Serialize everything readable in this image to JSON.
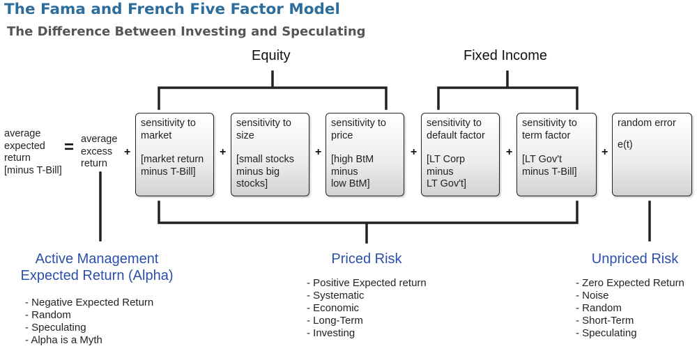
{
  "title": "The Fama and French Five Factor Model",
  "subtitle": "The Difference Between Investing and Speculating",
  "groups": {
    "equity": "Equity",
    "fixed_income": "Fixed Income"
  },
  "equation": {
    "lhs": "average\nexpected\nreturn\n[minus T-Bill]",
    "equals": "=",
    "alpha": "average\nexcess\nreturn",
    "plus": "+"
  },
  "factors": [
    {
      "name": "sensitivity to\nmarket",
      "desc": "[market return\nminus T-Bill]"
    },
    {
      "name": "sensitivity to\nsize",
      "desc": "[small stocks\nminus big\nstocks]"
    },
    {
      "name": "sensitivity to\nprice",
      "desc": "[high BtM\nminus\nlow BtM]"
    },
    {
      "name": "sensitivity to\ndefault factor",
      "desc": "[LT Corp\nminus\nLT Gov't]"
    },
    {
      "name": "sensitivity to\nterm factor",
      "desc": "[LT Gov't\nminus T-Bill]"
    }
  ],
  "error_box": {
    "name": "random error",
    "desc": "e(t)"
  },
  "active": {
    "title": "Active Management\nExpected Return (Alpha)",
    "items": [
      "- Negative Expected Return",
      "- Random",
      "- Speculating",
      "- Alpha is a Myth"
    ]
  },
  "priced": {
    "title": "Priced Risk",
    "items": [
      "- Positive Expected return",
      "- Systematic",
      "- Economic",
      "- Long-Term",
      "- Investing"
    ]
  },
  "unpriced": {
    "title": "Unpriced Risk",
    "items": [
      "- Zero Expected Return",
      "- Noise",
      "- Random",
      "- Short-Term",
      "- Speculating"
    ]
  }
}
